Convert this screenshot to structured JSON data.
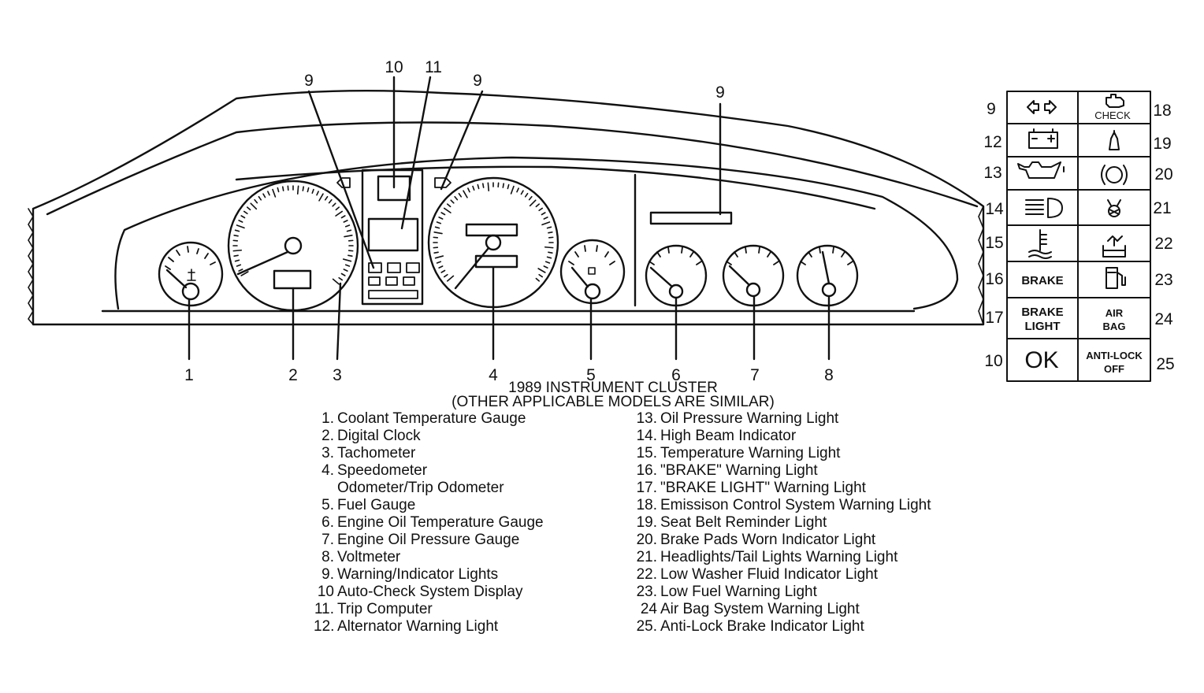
{
  "caption": {
    "line1": "1989 INSTRUMENT CLUSTER",
    "line2": "(OTHER APPLICABLE MODELS ARE SIMILAR)"
  },
  "callouts": {
    "c1": "1",
    "c2": "2",
    "c3": "3",
    "c4": "4",
    "c5": "5",
    "c6": "6",
    "c7": "7",
    "c8": "8",
    "c9a": "9",
    "c9b": "9",
    "c9c": "9",
    "c10": "10",
    "c11": "11"
  },
  "panel": {
    "left_numbers": [
      "9",
      "12",
      "13",
      "14",
      "15",
      "16",
      "17",
      "10"
    ],
    "right_numbers": [
      "18",
      "19",
      "20",
      "21",
      "22",
      "23",
      "24",
      "25"
    ],
    "check_text": "CHECK",
    "brake_text": "BRAKE",
    "brake_light_line1": "BRAKE",
    "brake_light_line2": "LIGHT",
    "air_bag_line1": "AIR",
    "air_bag_line2": "BAG",
    "ok_text": "OK",
    "antilock_line1": "ANTI-LOCK",
    "antilock_line2": "OFF",
    "icons_left": [
      "turn-signal-icon",
      "battery-icon",
      "oil-can-icon",
      "high-beam-icon",
      "temperature-icon",
      "brake-text",
      "brake-light-text",
      "ok-text"
    ],
    "icons_right": [
      "engine-check-icon",
      "seat-belt-icon",
      "brake-pad-icon",
      "headlight-bulb-icon",
      "washer-fluid-icon",
      "fuel-pump-icon",
      "air-bag-text",
      "anti-lock-text"
    ]
  },
  "legend_left": [
    {
      "num": "1.",
      "label": "Coolant Temperature Gauge"
    },
    {
      "num": "2.",
      "label": "Digital Clock"
    },
    {
      "num": "3.",
      "label": "Tachometer"
    },
    {
      "num": "4.",
      "label": "Speedometer"
    },
    {
      "num": "",
      "label": "Odometer/Trip Odometer"
    },
    {
      "num": "5.",
      "label": "Fuel Gauge"
    },
    {
      "num": "6.",
      "label": "Engine Oil Temperature Gauge"
    },
    {
      "num": "7.",
      "label": "Engine Oil Pressure Gauge"
    },
    {
      "num": "8.",
      "label": "Voltmeter"
    },
    {
      "num": "9.",
      "label": "Warning/Indicator Lights"
    },
    {
      "num": "10",
      "label": "Auto-Check System Display"
    },
    {
      "num": "11.",
      "label": "Trip Computer"
    },
    {
      "num": "12.",
      "label": "Alternator Warning Light"
    }
  ],
  "legend_right": [
    {
      "num": "13.",
      "label": "Oil Pressure Warning Light"
    },
    {
      "num": "14.",
      "label": "High Beam Indicator"
    },
    {
      "num": "15.",
      "label": "Temperature Warning Light"
    },
    {
      "num": "16.",
      "label": "\"BRAKE\" Warning Light"
    },
    {
      "num": "17.",
      "label": "\"BRAKE LIGHT\" Warning Light"
    },
    {
      "num": "18.",
      "label": "Emissison Control System Warning Light"
    },
    {
      "num": "19.",
      "label": "Seat Belt Reminder Light"
    },
    {
      "num": "20.",
      "label": "Brake Pads Worn Indicator Light"
    },
    {
      "num": "21.",
      "label": "Headlights/Tail Lights Warning Light"
    },
    {
      "num": "22.",
      "label": "Low Washer Fluid Indicator Light"
    },
    {
      "num": "23.",
      "label": "Low Fuel Warning Light"
    },
    {
      "num": "24",
      "label": "Air Bag System Warning Light"
    },
    {
      "num": "25.",
      "label": "Anti-Lock Brake Indicator Light"
    }
  ]
}
